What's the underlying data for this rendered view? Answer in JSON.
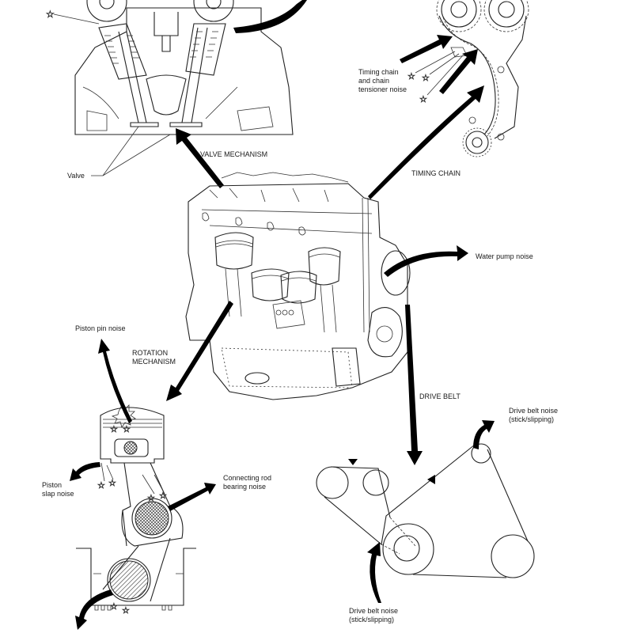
{
  "figure": {
    "type": "engine noise source diagram",
    "sections": {
      "valve_mechanism": {
        "title": "VALVE MECHANISM",
        "callouts": [
          "Valve"
        ]
      },
      "timing_chain": {
        "title": "TIMING CHAIN",
        "callouts": [
          "Timing chain\nand chain\ntensioner noise"
        ]
      },
      "water_pump": {
        "callouts": [
          "Water pump noise"
        ]
      },
      "rotation_mechanism": {
        "title": "ROTATION\nMECHANISM",
        "callouts": [
          "Piston pin noise",
          "Piston\nslap noise",
          "Connecting rod\nbearing noise"
        ]
      },
      "drive_belt": {
        "title": "DRIVE BELT",
        "callouts": [
          "Drive belt noise\n(stick/slipping)",
          "Drive belt noise\n(stick/slipping)"
        ]
      }
    },
    "colors": {
      "line": "#222222",
      "arrow": "#000000",
      "background": "#ffffff"
    }
  }
}
